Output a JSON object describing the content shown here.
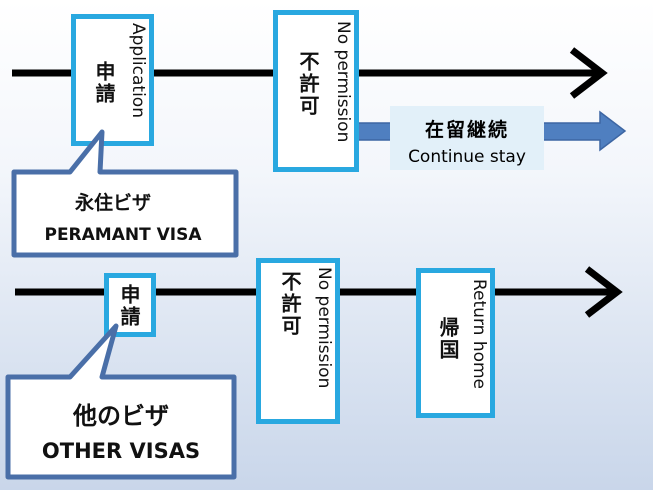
{
  "top_timeline": {
    "application_box": {
      "jp": "申請",
      "en": "Application"
    },
    "refusal_box": {
      "jp": "不許可",
      "en": "No permission"
    },
    "continue_box": {
      "jp": "在留継続",
      "en": "Continue stay"
    },
    "callout": {
      "jp": "永住ビザ",
      "en": "PERAMANT VISA"
    }
  },
  "bottom_timeline": {
    "application_box": {
      "jp": "申請"
    },
    "refusal_box": {
      "jp": "不許可",
      "en": "No permission"
    },
    "return_box": {
      "jp": "帰国",
      "en": "Return home"
    },
    "callout": {
      "jp": "他のビザ",
      "en": "OTHER VISAS"
    }
  },
  "colors": {
    "box_border": "#29a8e0",
    "callout_border": "#4a6fa8",
    "continue_arrow": "#4f7fc0",
    "timeline": "#000000"
  }
}
